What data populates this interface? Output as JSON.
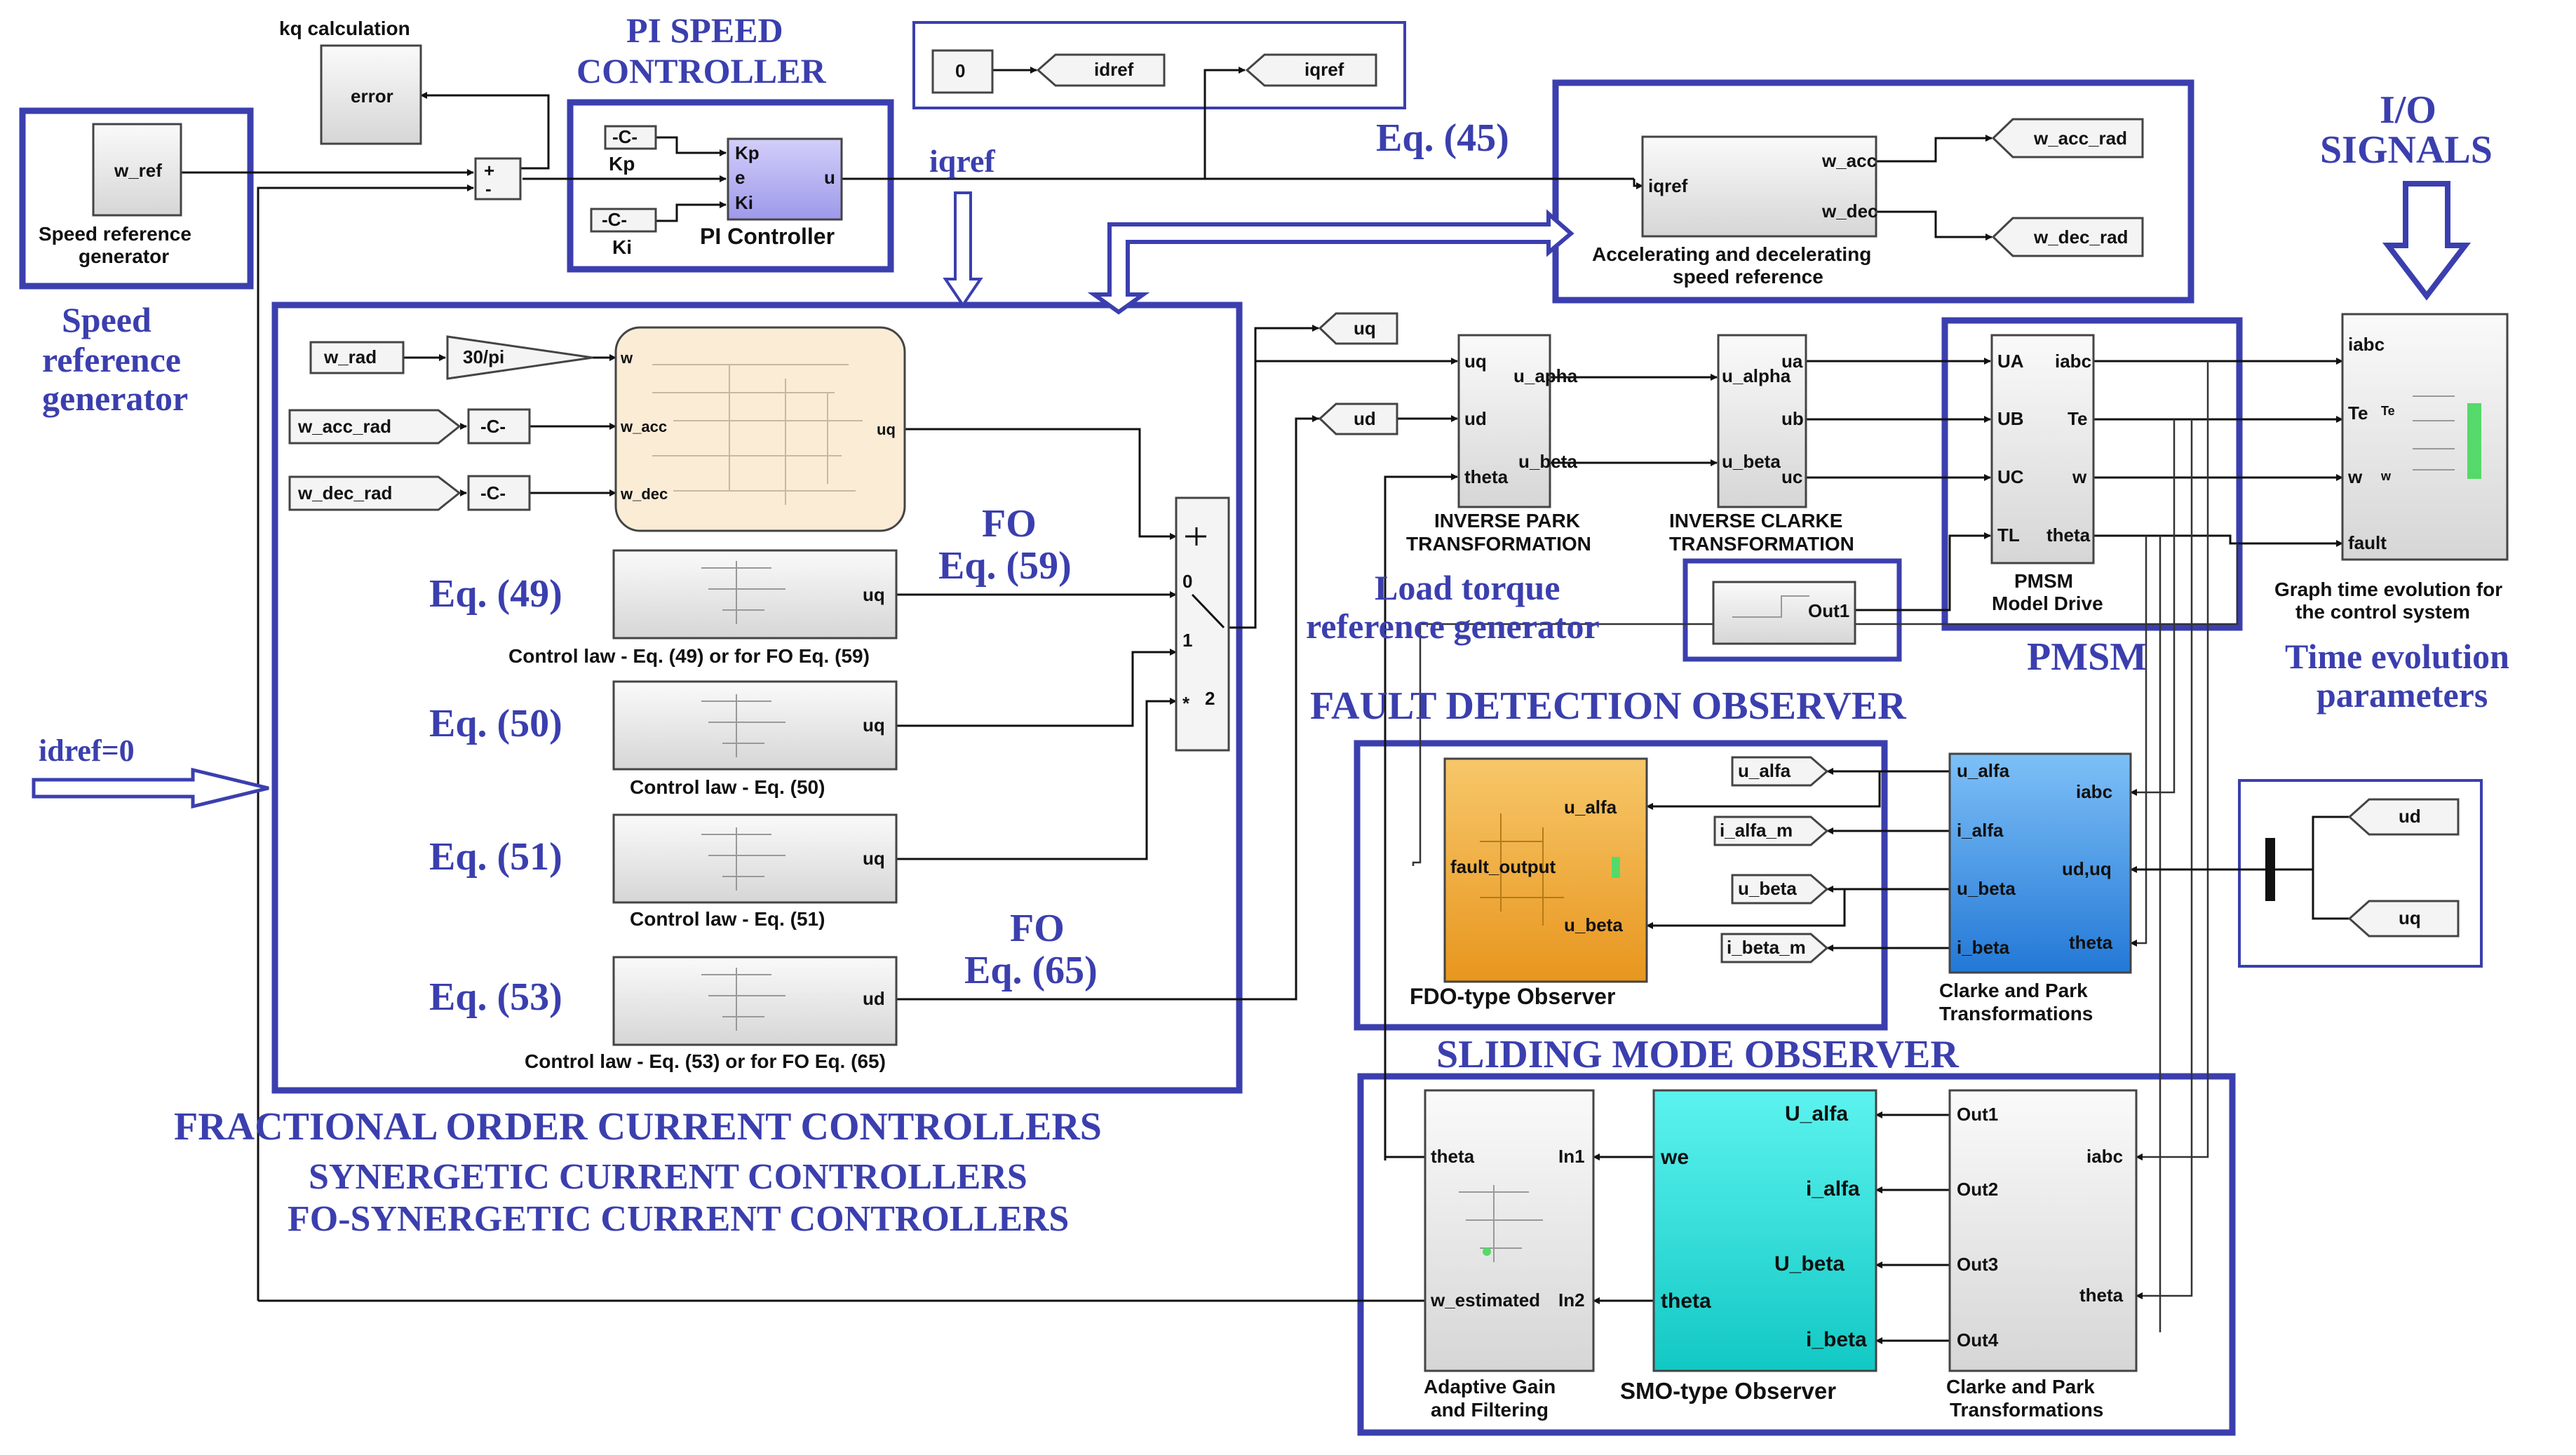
{
  "annotations": {
    "pi_speed_controller_1": "PI SPEED",
    "pi_speed_controller_2": "CONTROLLER",
    "speed_ref_gen_1": "Speed",
    "speed_ref_gen_2": "reference",
    "speed_ref_gen_3": "generator",
    "iqref": "iqref",
    "eq45": "Eq. (45)",
    "io_signals_1": "I/O",
    "io_signals_2": "SIGNALS",
    "fo_top": "FO",
    "eq59": "Eq. (59)",
    "eq49": "Eq. (49)",
    "eq50": "Eq. (50)",
    "eq51": "Eq. (51)",
    "eq53": "Eq. (53)",
    "fo_bottom": "FO",
    "eq65": "Eq. (65)",
    "idref0": "idref=0",
    "load_torque_1": "Load torque",
    "load_torque_2": "reference generator",
    "pmsm": "PMSM",
    "time_evolution_1": "Time evolution",
    "time_evolution_2": "parameters",
    "fault_detection_observer": "FAULT DETECTION OBSERVER",
    "sliding_mode_observer": "SLIDING MODE OBSERVER",
    "fo_current_controllers": "FRACTIONAL ORDER CURRENT CONTROLLERS",
    "synergetic_current_controllers": "SYNERGETIC CURRENT CONTROLLERS",
    "fo_synergetic_current_controllers": "FO-SYNERGETIC CURRENT CONTROLLERS"
  },
  "blocks": {
    "kq": {
      "caption": "kq calculation",
      "port": "error"
    },
    "speed_ref": {
      "port": "w_ref",
      "caption1": "Speed reference",
      "caption2": "generator"
    },
    "pi": {
      "const_kp": "-C-",
      "label_kp": "Kp",
      "const_ki": "-C-",
      "label_ki": "Ki",
      "in_kp": "Kp",
      "in_e": "e",
      "in_ki": "Ki",
      "out_u": "u",
      "caption": "PI Controller"
    },
    "sum": {
      "plus": "+",
      "minus": "-"
    },
    "idref_const": "0",
    "idref_tag": "idref",
    "iqref_tag": "iqref",
    "accel": {
      "in": "iqref",
      "out1": "w_acc",
      "out2": "w_dec",
      "caption1": "Accelerating and decelerating",
      "caption2": "speed reference",
      "tag1": "w_acc_rad",
      "tag2": "w_dec_rad"
    },
    "fo_inputs": {
      "w_rad": "w_rad",
      "gain": "30/pi",
      "w_acc_rad": "w_acc_rad",
      "w_dec_rad": "w_dec_rad",
      "c1": "-C-",
      "c2": "-C-"
    },
    "fo_sub": {
      "in1": "w",
      "in2": "w_acc",
      "in3": "w_dec",
      "out": "uq"
    },
    "cl49": {
      "out": "uq",
      "caption": "Control law - Eq. (49) or for FO Eq. (59)"
    },
    "cl50": {
      "out": "uq",
      "caption": "Control law - Eq. (50)"
    },
    "cl51": {
      "out": "uq",
      "caption": "Control law - Eq. (51)"
    },
    "cl53": {
      "out": "ud",
      "caption": "Control law - Eq. (53) or for FO Eq. (65)"
    },
    "switch": {
      "p0": "0",
      "p1": "1",
      "p2": "2",
      "star": "*"
    },
    "uq_tag": "uq",
    "ud_tag": "ud",
    "park": {
      "in1": "uq",
      "in2": "ud",
      "in3": "theta",
      "out1": "u_apha",
      "out2": "u_beta",
      "caption1": "INVERSE PARK",
      "caption2": "TRANSFORMATION"
    },
    "clarke": {
      "in1": "u_alpha",
      "in2": "u_beta",
      "out1": "ua",
      "out2": "ub",
      "out3": "uc",
      "caption1": "INVERSE CLARKE",
      "caption2": "TRANSFORMATION"
    },
    "load": {
      "out": "Out1"
    },
    "pmsm": {
      "in1": "UA",
      "in2": "UB",
      "in3": "UC",
      "in4": "TL",
      "out1": "iabc",
      "out2": "Te",
      "out3": "w",
      "out4": "theta",
      "caption1": "PMSM",
      "caption2": "Model Drive"
    },
    "graph": {
      "in1": "iabc",
      "in2": "Te",
      "in3": "w",
      "in4": "fault",
      "inner1": "Te",
      "inner2": "w",
      "caption1": "Graph time evolution for",
      "caption2": "the control system"
    },
    "fdo": {
      "in1": "u_alfa",
      "in2": "u_beta",
      "center": "fault_output",
      "caption": "FDO-type Observer"
    },
    "fdo_tags": {
      "t1": "u_alfa",
      "t2": "i_alfa_m",
      "t3": "u_beta",
      "t4": "i_beta_m"
    },
    "cp1": {
      "out1": "u_alfa",
      "out2": "i_alfa",
      "out3": "u_beta",
      "out4": "i_beta",
      "in1": "iabc",
      "in2": "ud,uq",
      "in3": "theta",
      "caption1": "Clarke and Park",
      "caption2": "Transformations"
    },
    "io": {
      "ud": "ud",
      "uq": "uq"
    },
    "adaptive": {
      "out_theta": "theta",
      "in1": "In1",
      "out_w": "w_estimated",
      "in2": "In2",
      "caption1": "Adaptive Gain",
      "caption2": "and Filtering"
    },
    "smo": {
      "in1": "U_alfa",
      "in2": "i_alfa",
      "in3": "U_beta",
      "in4": "i_beta",
      "out1": "we",
      "out2": "theta",
      "caption": "SMO-type Observer"
    },
    "cp2": {
      "out1": "Out1",
      "out2": "Out2",
      "out3": "Out3",
      "out4": "Out4",
      "in1": "iabc",
      "in2": "theta",
      "caption1": "Clarke and Park",
      "caption2": "Transformations"
    }
  },
  "colors": {
    "annotation": "#3b3fae",
    "pi_block": "#b5b1f2",
    "fo_subsystem": "#fbecd6",
    "fdo_block": "#f0a93a",
    "cp1_block": "#3d93e6",
    "smo_block": "#20dcd8",
    "gray_block": "#e8e8e8"
  }
}
